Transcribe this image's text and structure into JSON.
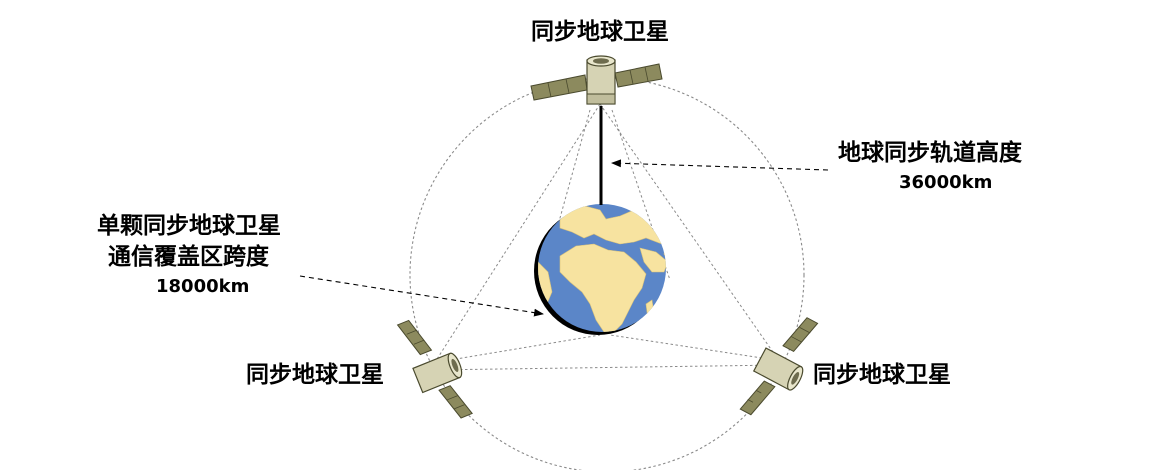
{
  "satellites": {
    "top_label": "同步地球卫星",
    "left_label": "同步地球卫星",
    "right_label": "同步地球卫星"
  },
  "orbit_altitude": {
    "title": "地球同步轨道高度",
    "value": "36000km"
  },
  "coverage": {
    "line1": "单颗同步地球卫星",
    "line2": "通信覆盖区跨度",
    "value": "18000km"
  },
  "colors": {
    "ocean": "#5b86c8",
    "land": "#f7e3a0",
    "satellite_body": "#d6d3b4",
    "solar_panel": "#8c8a5e",
    "orbit_line": "#888888"
  }
}
